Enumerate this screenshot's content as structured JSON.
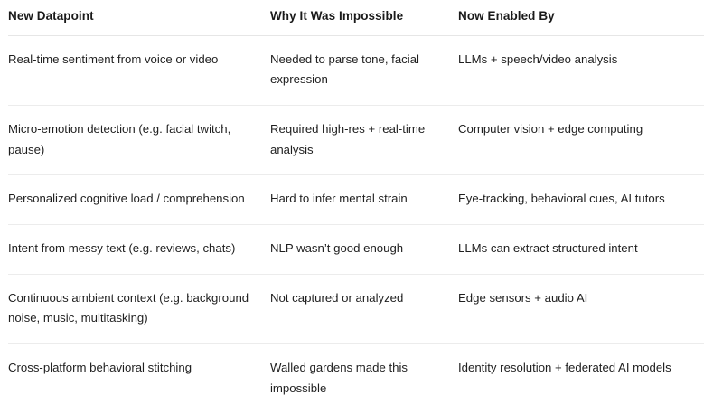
{
  "table": {
    "columns": [
      "New Datapoint",
      "Why It Was Impossible",
      "Now Enabled By"
    ],
    "rows": [
      {
        "datapoint": "Real-time sentiment from voice or video",
        "why_impossible": "Needed to parse tone, facial expression",
        "now_enabled_by": "LLMs + speech/video analysis"
      },
      {
        "datapoint": "Micro-emotion detection (e.g. facial twitch, pause)",
        "why_impossible": "Required high-res + real-time analysis",
        "now_enabled_by": "Computer vision + edge computing"
      },
      {
        "datapoint": "Personalized cognitive load / comprehension",
        "why_impossible": "Hard to infer mental strain",
        "now_enabled_by": "Eye-tracking, behavioral cues, AI tutors"
      },
      {
        "datapoint": "Intent from messy text (e.g. reviews, chats)",
        "why_impossible": "NLP wasn’t good enough",
        "now_enabled_by": "LLMs can extract structured intent"
      },
      {
        "datapoint": "Continuous ambient context (e.g. background noise, music, multitasking)",
        "why_impossible": "Not captured or analyzed",
        "now_enabled_by": "Edge sensors + audio AI"
      },
      {
        "datapoint": "Cross-platform behavioral stitching",
        "why_impossible": "Walled gardens made this impossible",
        "now_enabled_by": "Identity resolution + federated AI models"
      }
    ]
  },
  "colors": {
    "background": "#ffffff",
    "header_text": "#1a1a1a",
    "body_text": "#1f1f1f",
    "rule": "#e6e6e6"
  }
}
